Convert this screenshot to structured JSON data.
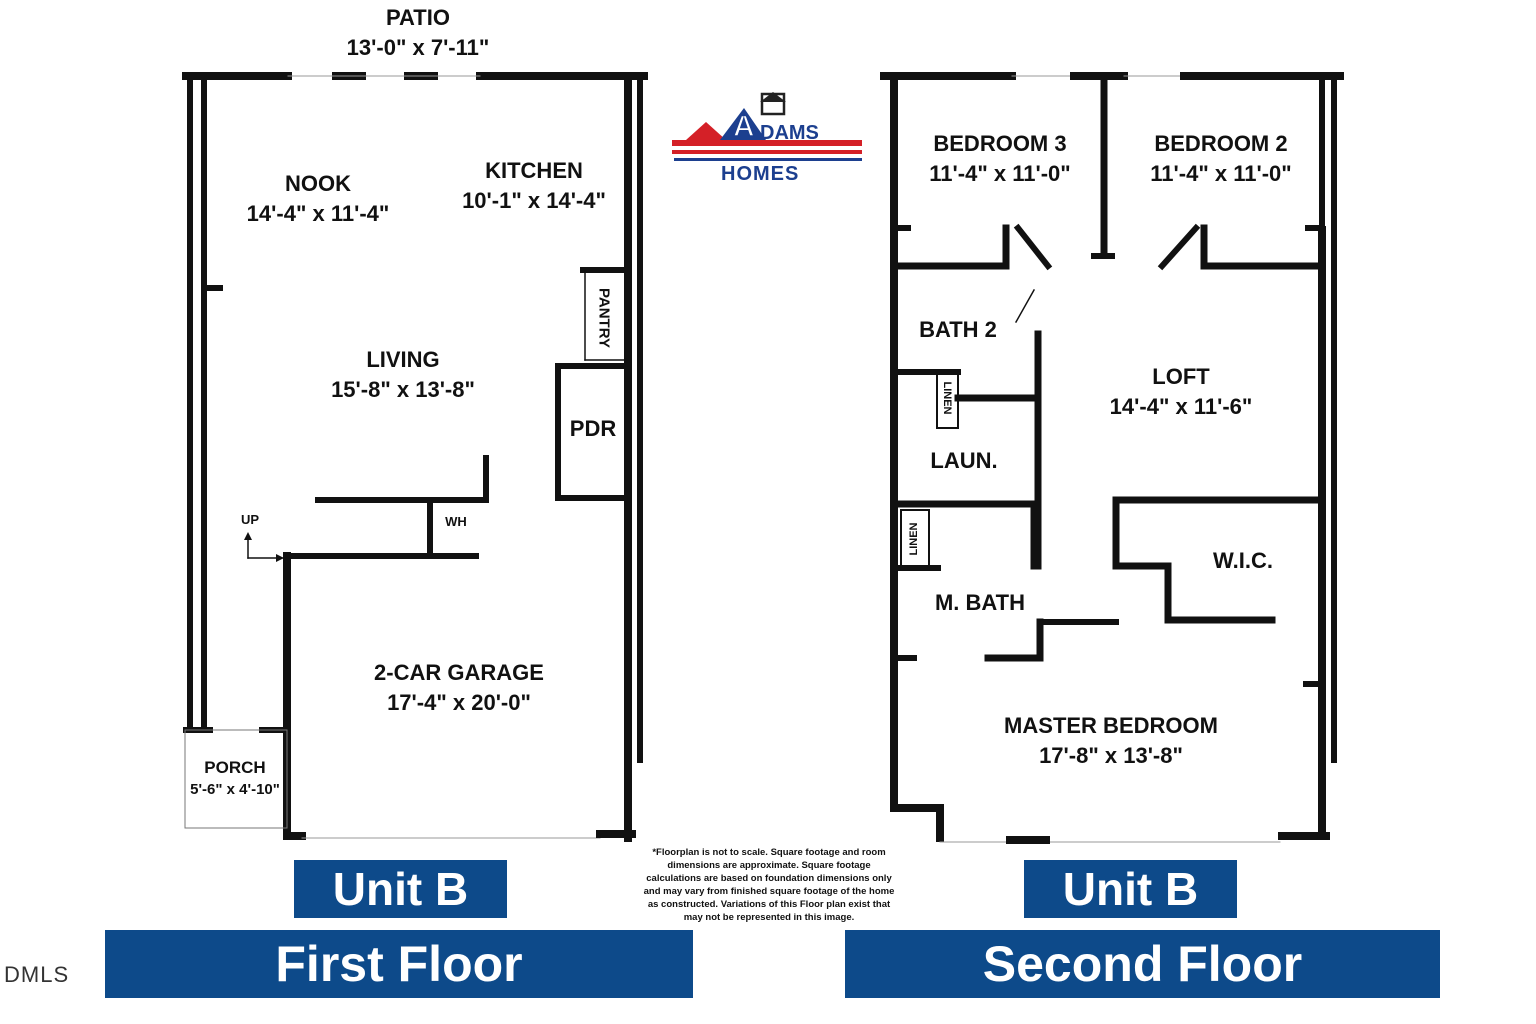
{
  "first_floor": {
    "unit_label": "Unit B",
    "floor_label": "First Floor",
    "rooms": {
      "patio": {
        "name": "PATIO",
        "dims": "13'-0\" x 7'-11\""
      },
      "nook": {
        "name": "NOOK",
        "dims": "14'-4\" x 11'-4\""
      },
      "kitchen": {
        "name": "KITCHEN",
        "dims": "10'-1\" x 14'-4\""
      },
      "pantry": {
        "name": "PANTRY"
      },
      "living": {
        "name": "LIVING",
        "dims": "15'-8\" x 13'-8\""
      },
      "pdr": {
        "name": "PDR"
      },
      "wh": {
        "name": "WH"
      },
      "up": {
        "name": "UP"
      },
      "garage": {
        "name": "2-CAR GARAGE",
        "dims": "17'-4\" x 20'-0\""
      },
      "porch": {
        "name": "PORCH",
        "dims": "5'-6\" x 4'-10\""
      }
    }
  },
  "second_floor": {
    "unit_label": "Unit B",
    "floor_label": "Second Floor",
    "rooms": {
      "bedroom3": {
        "name": "BEDROOM 3",
        "dims": "11'-4\" x 11'-0\""
      },
      "bedroom2": {
        "name": "BEDROOM 2",
        "dims": "11'-4\" x 11'-0\""
      },
      "bath2": {
        "name": "BATH 2"
      },
      "linen1": {
        "name": "LINEN"
      },
      "loft": {
        "name": "LOFT",
        "dims": "14'-4\" x 11'-6\""
      },
      "laundry": {
        "name": "LAUN."
      },
      "linen2": {
        "name": "LINEN"
      },
      "wic": {
        "name": "W.I.C."
      },
      "master_bath": {
        "name": "M. BATH"
      },
      "master_bedroom": {
        "name": "MASTER BEDROOM",
        "dims": "17'-8\" x 13'-8\""
      }
    }
  },
  "logo": {
    "brand_word": "DAMS",
    "brand_initial": "A",
    "sub_word": "HOMES",
    "red": "#d42027",
    "blue": "#1c3f8f"
  },
  "disclaimer": "*Floorplan is not to scale. Square footage and room dimensions are approximate. Square footage calculations are based on foundation dimensions only and may vary from finished square footage of the home as constructed. Variations of this Floor plan exist that may not be represented in this image.",
  "watermark": "DMLS",
  "colors": {
    "banner": "#0d4a8a",
    "wall": "#111111"
  }
}
